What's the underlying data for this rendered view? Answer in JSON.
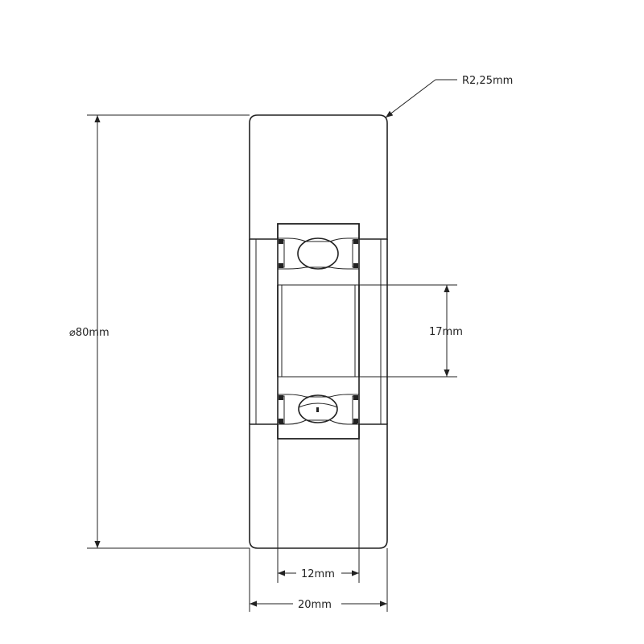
{
  "labels": {
    "radius": "R2,25mm",
    "diameter": "⌀80mm",
    "bore": "17mm",
    "inner_width": "12mm",
    "outer_width": "20mm"
  },
  "colors": {
    "line": "#222222",
    "background": "#ffffff"
  }
}
